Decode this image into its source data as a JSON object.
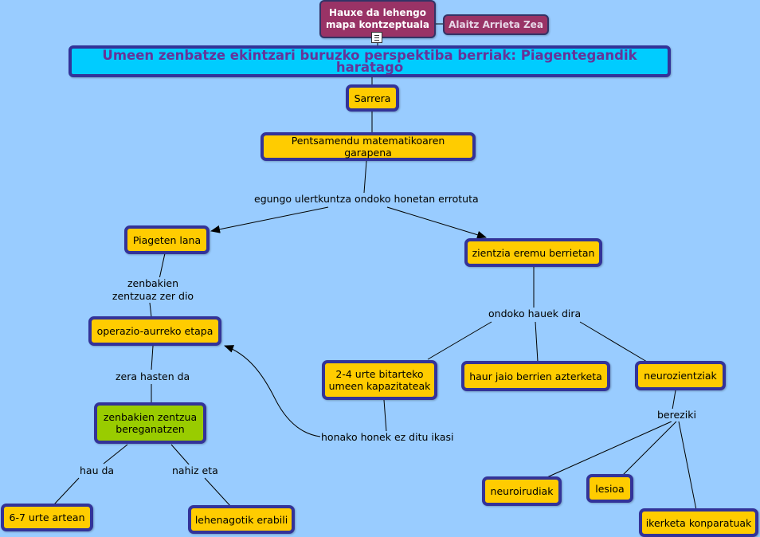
{
  "map": {
    "top_title": "Hauxe da lehengo mapa kontzeptuala",
    "author": "Alaitz Arrieta Zea",
    "main_title": "Umeen zenbatze ekintzari buruzko perspektiba berriak: Piagentegandik haratago",
    "nodes": {
      "sarrera": "Sarrera",
      "pentsamendu": "Pentsamendu matematikoaren garapena",
      "piageten": "Piageten lana",
      "zientzia": "zientzia eremu berrietan",
      "operazio": "operazio-aurreko etapa",
      "zenbakien_zentzua": "zenbakien zentzua bereganatzen",
      "urte_67": "6-7 urte artean",
      "lehenagotik": "lehenagotik erabili",
      "kapazitateak": "2-4 urte bitarteko umeen kapazitateak",
      "haur_jaio": "haur jaio berrien azterketa",
      "neurozientziak": "neurozientziak",
      "neuroirudiak": "neuroirudiak",
      "lesioa": "lesioa",
      "ikerketa": "ikerketa konparatuak"
    },
    "links": {
      "egungo": "egungo ulertkuntza ondoko honetan errotuta",
      "zenbakien_zentzuaz": "zenbakien zentzuaz zer dio",
      "ondoko_hauek": "ondoko hauek dira",
      "zera_hasten": "zera hasten da",
      "honako": "honako honek ez ditu ikasi",
      "bereziki": "bereziki",
      "hau_da": "hau da",
      "nahiz_eta": "nahiz eta"
    },
    "icon": "document-icon"
  }
}
